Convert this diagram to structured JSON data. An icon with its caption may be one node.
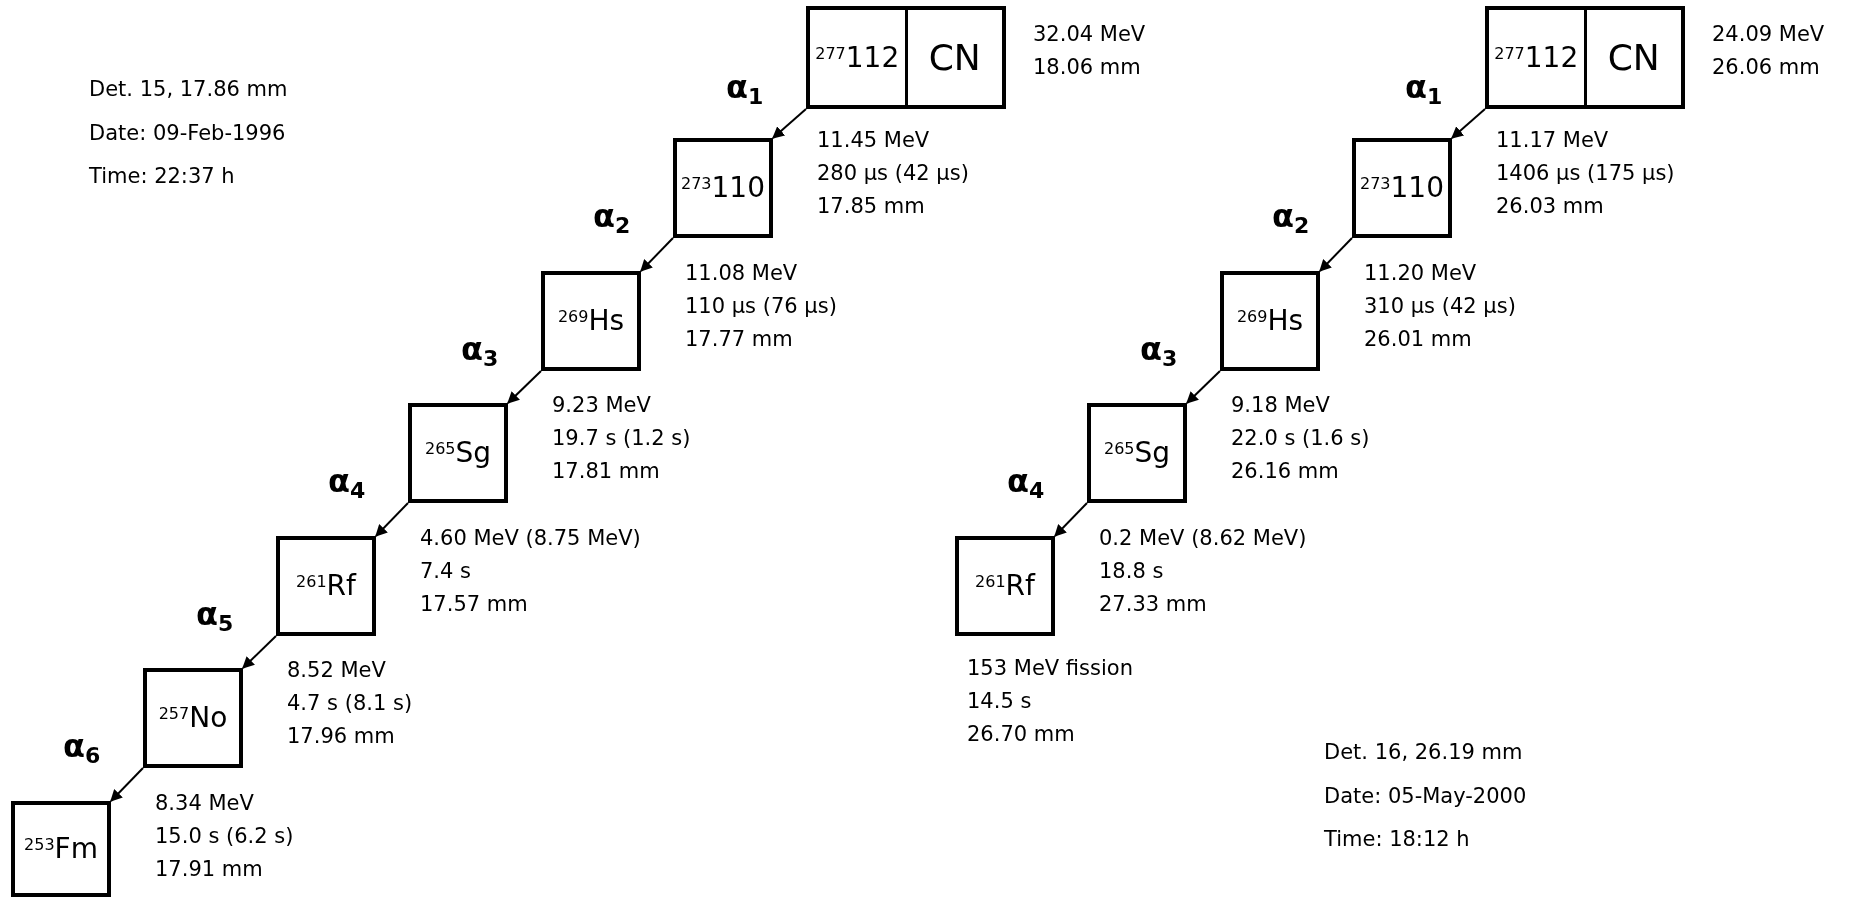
{
  "diagram": {
    "nodes": [
      {
        "text": [
          "$^{277}$112",
          "CN"
        ],
        "beside": [
          "32.04 MeV",
          "18.06 mm"
        ]
      },
      {
        "text": [
          "$^{273}$110"
        ],
        "beside": [
          "11.45 MeV",
          "280 µs (42 µs)",
          "17.85 mm"
        ]
      },
      {
        "text": [
          "$^{269}$Hs"
        ],
        "beside": [
          "11.08 MeV",
          "110 µs (76 µs)",
          "17.77 mm"
        ]
      },
      {
        "text": [
          "$^{265}$Sg"
        ],
        "beside": [
          "9.23 MeV",
          "19.7 s (1.2 s)",
          "17.81 mm"
        ]
      },
      {
        "text": [
          "$^{261}$Rf"
        ],
        "beside": [
          "4.60 MeV (8.75 MeV)",
          "7.4 s",
          "17.57 mm"
        ]
      },
      {
        "text": [
          "$^{257}$No"
        ],
        "beside": [
          "8.52 MeV",
          "4.7 s (8.1 s)",
          "17.96 mm"
        ]
      },
      {
        "text": [
          "$^{253}$Fm"
        ],
        "beside": [
          "8.34 MeV",
          "15.0 s (6.2 s)",
          "17.91 mm"
        ]
      },
      {
        "text": [
          "$^{277}$112",
          "CN"
        ],
        "beside": [
          "24.09 MeV",
          "26.06 mm"
        ]
      },
      {
        "text": [
          "$^{273}$110"
        ],
        "beside": [
          "11.17 MeV",
          "1406 µs (175 µs)",
          "26.03 mm"
        ]
      },
      {
        "text": [
          "$^{269}$Hs"
        ],
        "beside": [
          "11.20 MeV",
          "310 µs (42 µs)",
          "26.01 mm"
        ]
      },
      {
        "text": [
          "$^{265}$Sg"
        ],
        "beside": [
          "9.18 MeV",
          "22.0 s (1.6 s)",
          "26.16 mm"
        ]
      },
      {
        "text": [
          "$^{261}$Rf"
        ],
        "beside": [
          "0.2 MeV (8.62 MeV)",
          "18.8 s",
          "27.33 mm",
          "153 MeV fission",
          "14.5 s",
          "26.70 mm"
        ]
      }
    ],
    "edges": [
      {
        "from": 0,
        "to": 1,
        "arrow": "to",
        "label": "α$_{1}$"
      },
      {
        "from": 1,
        "to": 2,
        "arrow": "to",
        "label": "α$_{2}$"
      },
      {
        "from": 2,
        "to": 3,
        "arrow": "to",
        "label": "α$_{3}$"
      },
      {
        "from": 3,
        "to": 4,
        "arrow": "to",
        "label": "α$_{4}$"
      },
      {
        "from": 4,
        "to": 5,
        "arrow": "to",
        "label": "α$_{5}$"
      },
      {
        "from": 5,
        "to": 6,
        "arrow": "to",
        "label": "α$_{6}$"
      },
      {
        "from": 7,
        "to": 8,
        "arrow": "to",
        "label": "α$_{1}$"
      },
      {
        "from": 8,
        "to": 9,
        "arrow": "to",
        "label": "α$_{2}$"
      },
      {
        "from": 9,
        "to": 10,
        "arrow": "to",
        "label": "α$_{3}$"
      },
      {
        "from": 10,
        "to": 11,
        "arrow": "to",
        "label": "α$_{4}$"
      }
    ],
    "labels": [
      "Det. 15, 17.86 mm",
      "Date: 09-Feb-1996",
      "Time: 22:37 h",
      "Det. 16, 26.19 mm",
      "Date: 05-May-2000",
      "Time: 18:12 h"
    ]
  }
}
